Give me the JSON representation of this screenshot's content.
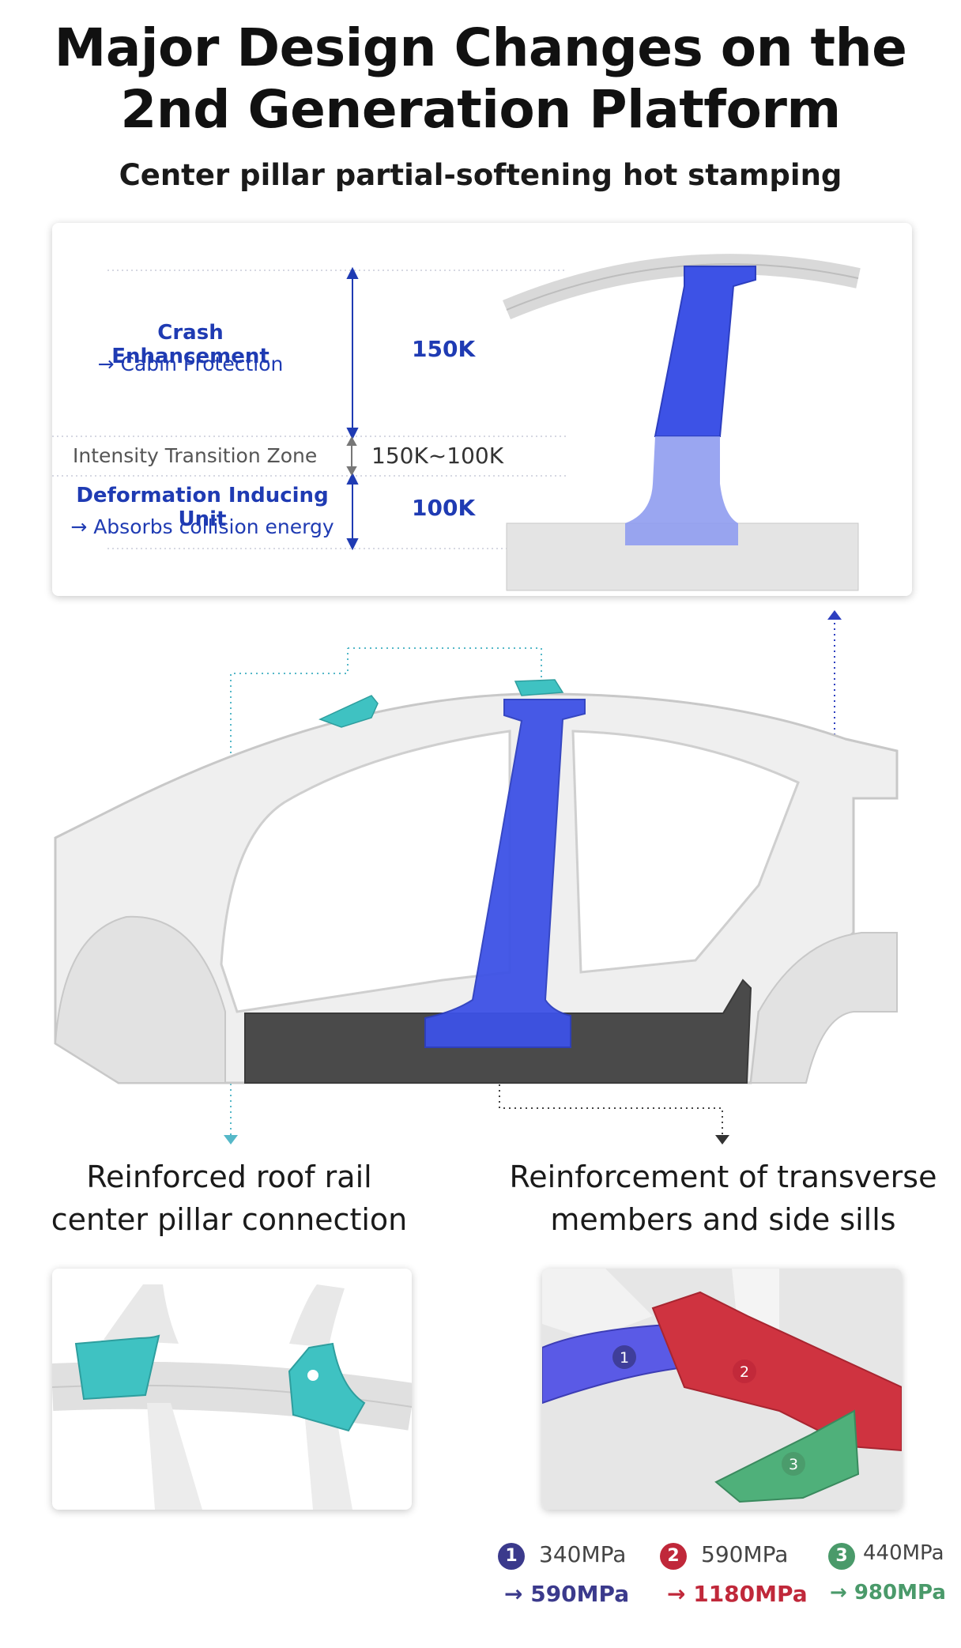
{
  "title": {
    "line1": "Major Design Changes on the",
    "line2": "2nd Generation Platform"
  },
  "subtitle": "Center pillar partial-softening hot stamping",
  "pillar_zones": {
    "crash": {
      "heading": "Crash Enhancement",
      "sub": "→ Cabin Protection",
      "value": "150K"
    },
    "transition": {
      "label": "Intensity Transition Zone",
      "value": "150K~100K"
    },
    "deformation": {
      "heading": "Deformation Inducing Unit",
      "sub": "→ Absorbs collision energy",
      "value": "100K"
    }
  },
  "captions": {
    "roof_rail": {
      "line1": "Reinforced roof rail",
      "line2": "center pillar connection"
    },
    "transverse": {
      "line1": "Reinforcement of transverse",
      "line2": "members and side sills"
    }
  },
  "legend": [
    {
      "num": "1",
      "before": "340MPa",
      "after": "→ 590MPa",
      "color": "#3b3a8c"
    },
    {
      "num": "2",
      "before": "590MPa",
      "after": "→ 1180MPa",
      "color": "#c0283a"
    },
    {
      "num": "3",
      "before": "440MPa",
      "after": "→ 980MPa",
      "color": "#4a9a6a"
    }
  ],
  "colors": {
    "pillar_blue": "#3d52e6",
    "pillar_light": "#8f9cf0",
    "roof_cyan": "#3fc2c2",
    "sill_dark": "#4a4a4a",
    "accent_blue": "#1f3bb3"
  }
}
